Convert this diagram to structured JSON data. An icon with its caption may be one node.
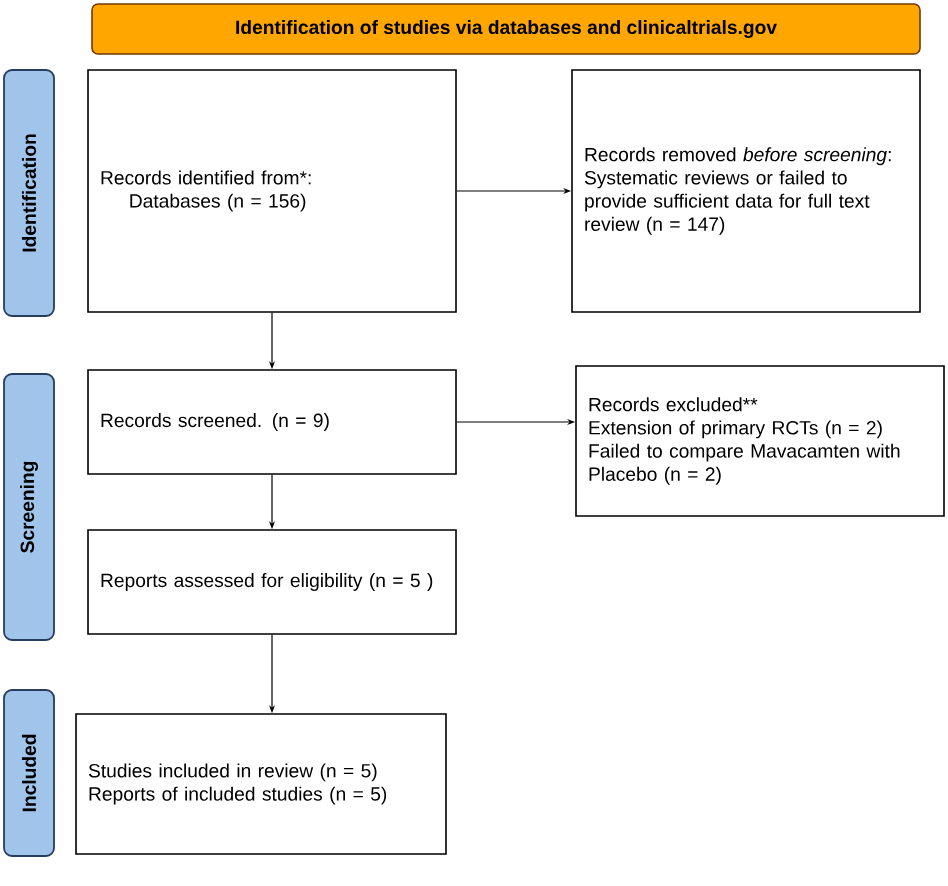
{
  "diagram": {
    "nodes": [
      {
        "text": [
          "Identification of studies via databases and clinicaltrials.gov"
        ]
      },
      {
        "text": [
          "Identification"
        ]
      },
      {
        "text": [
          "Records identified from*:",
          "Databases (n = 156)"
        ]
      },
      {
        "text": [
          "Records removed *before screening*:",
          "Systematic reviews or failed to provide sufficient data for full text review (n = 147)"
        ]
      },
      {
        "text": [
          "Screening"
        ]
      },
      {
        "text": [
          "Records screened. (n = 9)"
        ]
      },
      {
        "text": [
          "Records excluded**",
          "Extension of primary RCTs (n = 2)",
          "Failed to compare Mavacamten with Placebo (n = 2)"
        ]
      },
      {
        "text": [
          "Reports assessed for eligibility (n = 5 )"
        ]
      },
      {
        "text": [
          "Included"
        ]
      },
      {
        "text": [
          "Studies included in review (n = 5)",
          "Reports of included studies (n = 5)"
        ]
      }
    ],
    "edges": [
      {
        "from": 2,
        "to": 3,
        "arrow": "to"
      },
      {
        "from": 2,
        "to": 5,
        "arrow": "to"
      },
      {
        "from": 5,
        "to": 6,
        "arrow": "to"
      },
      {
        "from": 5,
        "to": 7,
        "arrow": "to"
      },
      {
        "from": 7,
        "to": 9,
        "arrow": "to"
      }
    ]
  }
}
